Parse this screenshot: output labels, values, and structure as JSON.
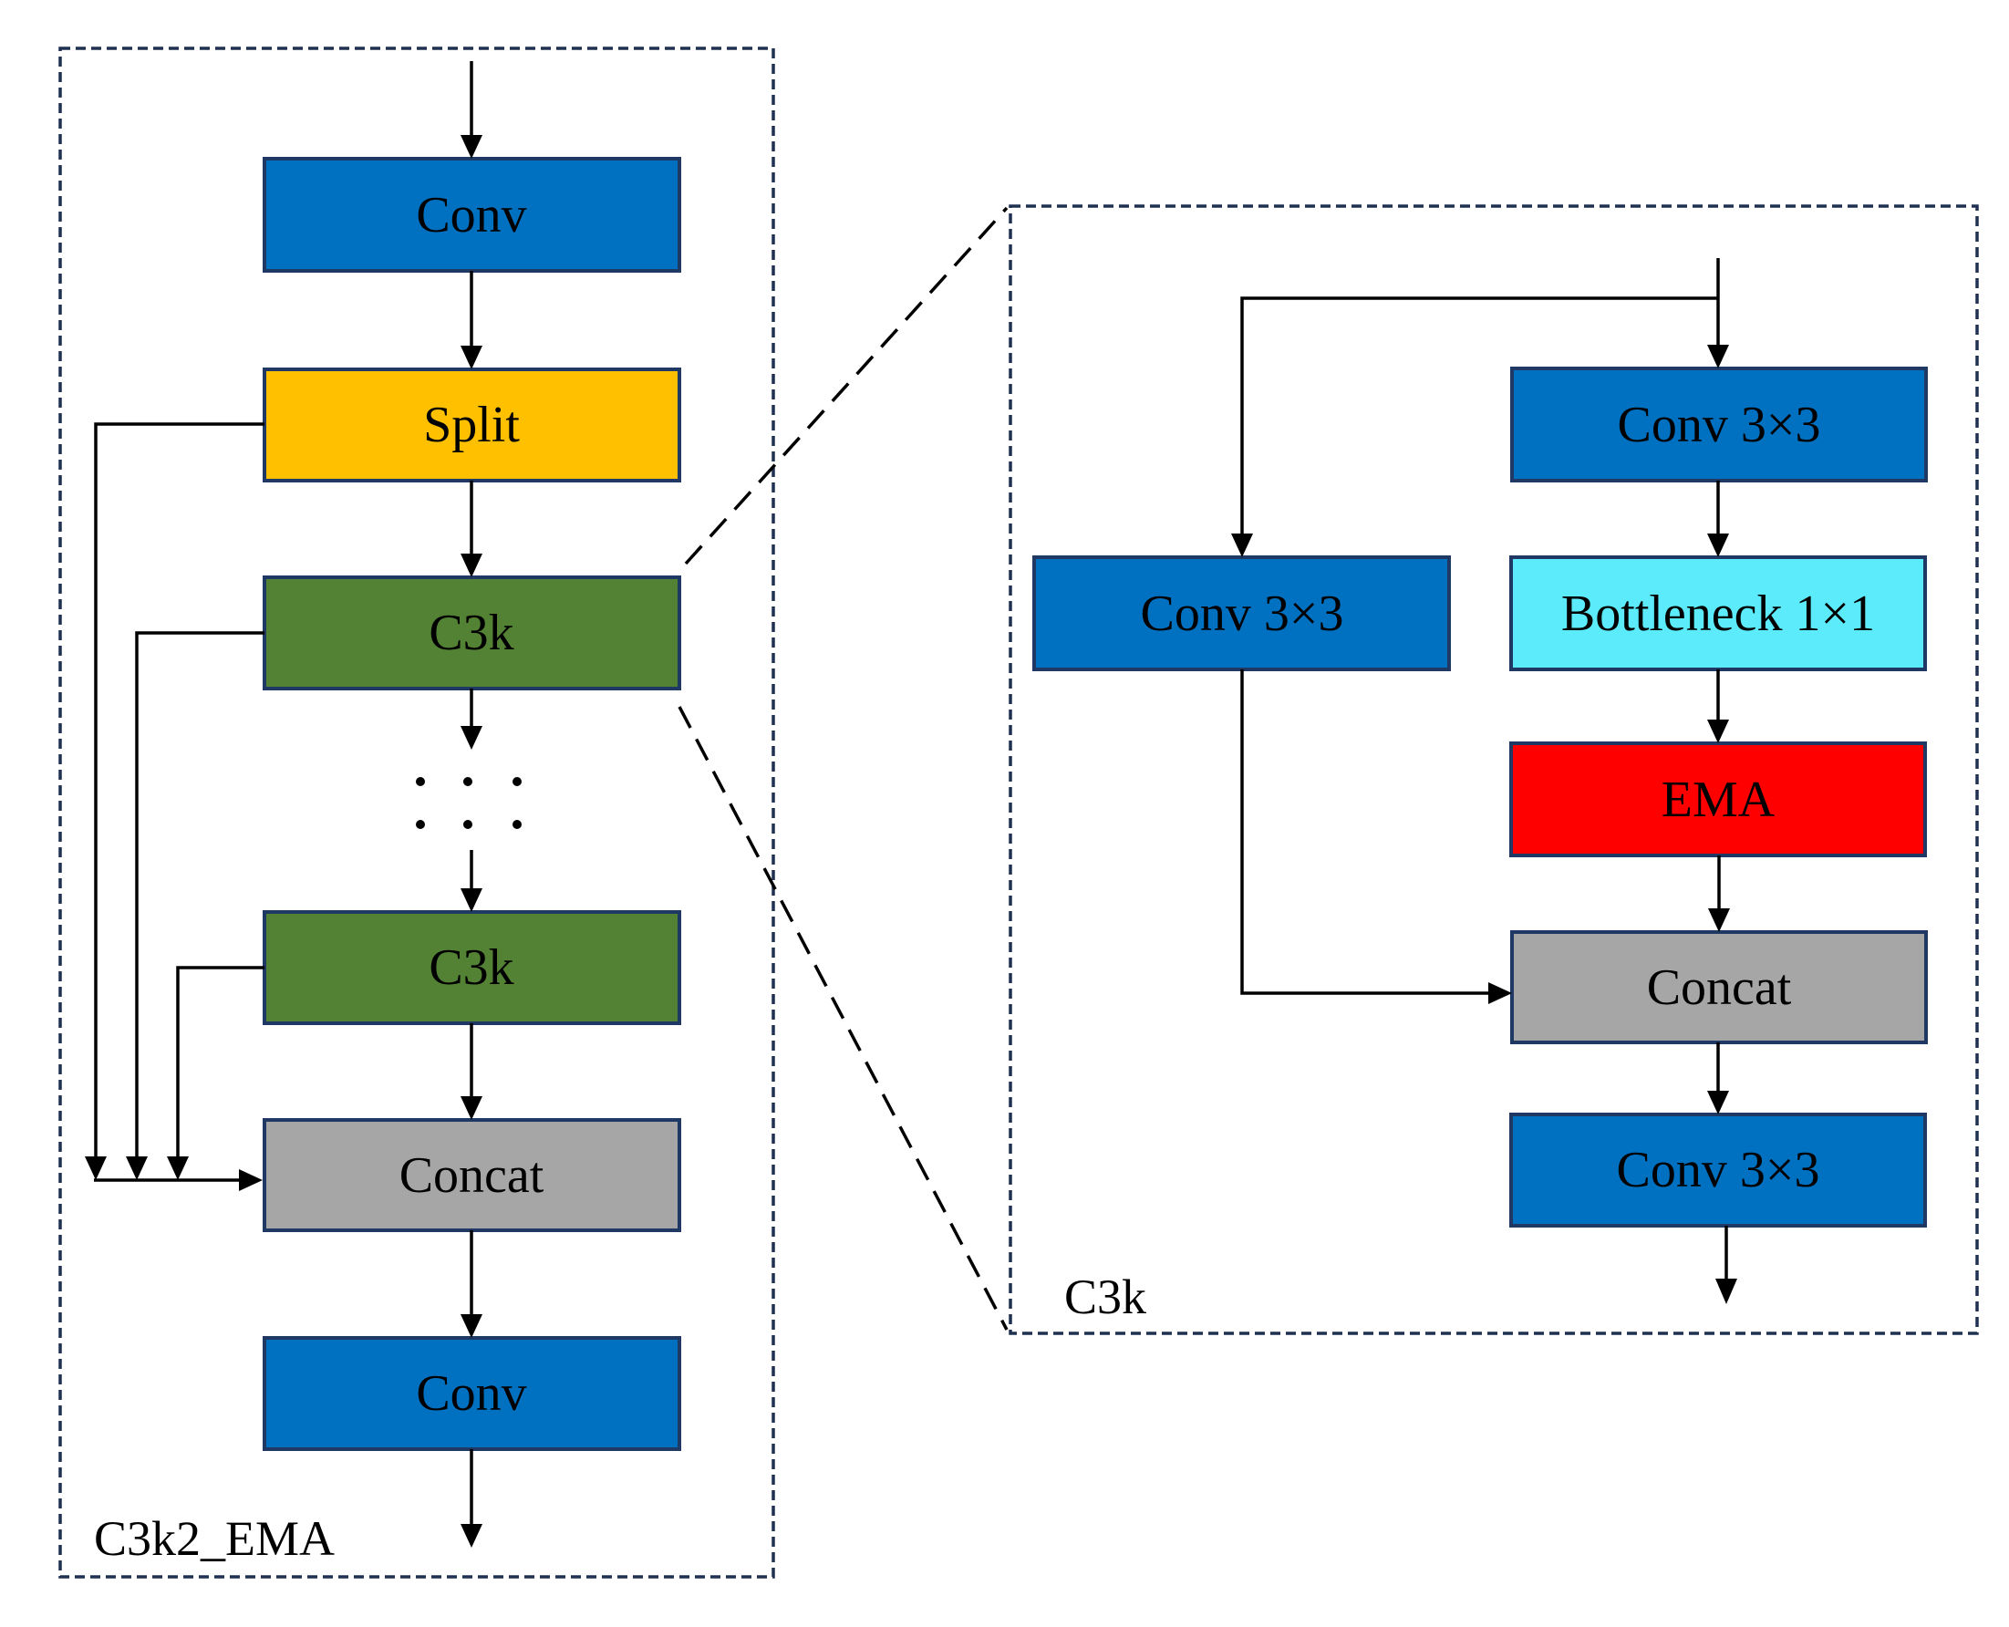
{
  "colors": {
    "conv": "#0070C0",
    "split": "#FFC000",
    "c3k": "#548235",
    "concat": "#A6A6A6",
    "bottleneck": "#5CEBFA",
    "ema": "#FF0000",
    "border": "#1F3864",
    "frame": "#1F3050"
  },
  "left_module": {
    "caption": "C3k2_EMA",
    "blocks": [
      {
        "id": "conv_in",
        "label": "Conv",
        "type": "conv"
      },
      {
        "id": "split",
        "label": "Split",
        "type": "split"
      },
      {
        "id": "c3k_1",
        "label": "C3k",
        "type": "c3k"
      },
      {
        "id": "c3k_n",
        "label": "C3k",
        "type": "c3k"
      },
      {
        "id": "concat",
        "label": "Concat",
        "type": "concat"
      },
      {
        "id": "conv_out",
        "label": "Conv",
        "type": "conv"
      }
    ],
    "ellipsis": "repeated C3k blocks"
  },
  "right_module": {
    "caption": "C3k",
    "blocks": [
      {
        "id": "conv_main",
        "label": "Conv  3×3",
        "type": "conv"
      },
      {
        "id": "conv_skip",
        "label": "Conv  3×3",
        "type": "conv"
      },
      {
        "id": "bottleneck",
        "label": "Bottleneck  1×1",
        "type": "bottleneck"
      },
      {
        "id": "ema",
        "label": "EMA",
        "type": "ema"
      },
      {
        "id": "concat",
        "label": "Concat",
        "type": "concat"
      },
      {
        "id": "conv_out",
        "label": "Conv  3×3",
        "type": "conv"
      }
    ]
  }
}
